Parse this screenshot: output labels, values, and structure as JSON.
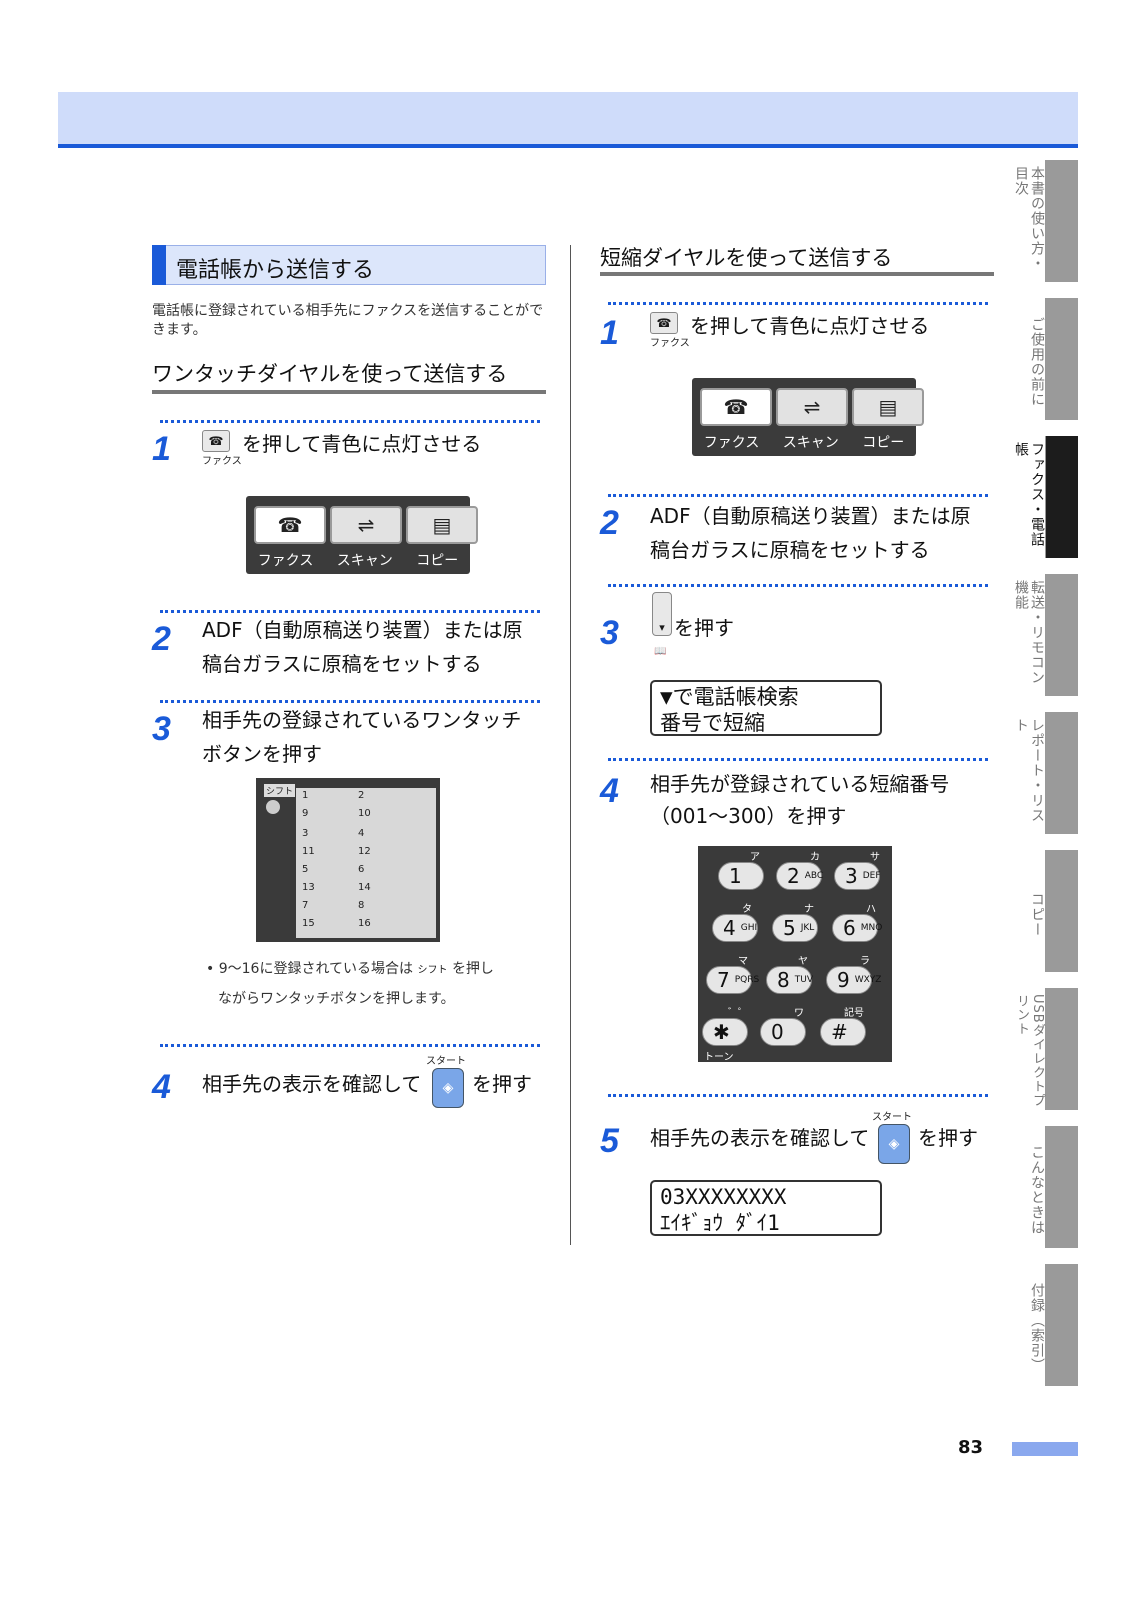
{
  "colors": {
    "accent": "#1a5ad8",
    "band": "#cfdcfa",
    "tab_gray": "#9a9a9a",
    "tab_active": "#1c1c1c"
  },
  "side_tabs": [
    {
      "label": "本書の使い方・目次",
      "active": false
    },
    {
      "label": "ご使用の前に",
      "active": false
    },
    {
      "label": "ファクス・電話帳",
      "active": true
    },
    {
      "label": "転送・リモコン機能",
      "active": false
    },
    {
      "label": "レポート・リスト",
      "active": false
    },
    {
      "label": "コピー",
      "active": false
    },
    {
      "label": "USBダイレクトプリント",
      "active": false
    },
    {
      "label": "こんなときは",
      "active": false
    },
    {
      "label": "付録（索引）",
      "active": false
    }
  ],
  "left": {
    "section_title": "電話帳から送信する",
    "intro": "電話帳に登録されている相手先にファクスを送信することができます。",
    "subsection_title": "ワンタッチダイヤルを使って送信する",
    "step1": {
      "num": "1",
      "icon_caption": "ファクス",
      "text": "を押して青色に点灯させる"
    },
    "panel": {
      "labels": [
        "ファクス",
        "スキャン",
        "コピー"
      ]
    },
    "step2": {
      "num": "2",
      "line1": "ADF（自動原稿送り装置）または原",
      "line2": "稿台ガラスに原稿をセットする"
    },
    "step3": {
      "num": "3",
      "line1": "相手先の登録されているワンタッチ",
      "line2": "ボタンを押す"
    },
    "onetouch": {
      "shift_label": "シフト",
      "numbers": [
        "1",
        "2",
        "9",
        "10",
        "3",
        "4",
        "11",
        "12",
        "5",
        "6",
        "13",
        "14",
        "7",
        "8",
        "15",
        "16"
      ]
    },
    "note": {
      "bullet": "•",
      "part1": "9〜16に登録されている場合は",
      "icon_caption": "シフト",
      "part2": "を押し",
      "line2": "ながらワンタッチボタンを押します。"
    },
    "step4": {
      "num": "4",
      "text": "相手先の表示を確認して",
      "icon_caption": "スタート",
      "text2": "を押す"
    }
  },
  "right": {
    "subsection_title": "短縮ダイヤルを使って送信する",
    "step1": {
      "num": "1",
      "icon_caption": "ファクス",
      "text": "を押して青色に点灯させる"
    },
    "panel": {
      "labels": [
        "ファクス",
        "スキャン",
        "コピー"
      ]
    },
    "step2": {
      "num": "2",
      "line1": "ADF（自動原稿送り装置）または原",
      "line2": "稿台ガラスに原稿をセットする"
    },
    "step3": {
      "num": "3",
      "text": "を押す",
      "book_icon": "📖"
    },
    "lcd1": {
      "line1": "▼で電話帳検索",
      "line2": "番号で短縮"
    },
    "step4": {
      "num": "4",
      "line1": "相手先が登録されている短縮番号",
      "line2": "（001〜300）を押す"
    },
    "keypad": {
      "kana": [
        "ア",
        "カ",
        "サ",
        "タ",
        "ナ",
        "ハ",
        "マ",
        "ヤ",
        "ラ",
        "゛゜",
        "ワ",
        "記号"
      ],
      "keys": [
        {
          "main": "1",
          "sub": ""
        },
        {
          "main": "2",
          "sub": "ABC"
        },
        {
          "main": "3",
          "sub": "DEF"
        },
        {
          "main": "4",
          "sub": "GHI"
        },
        {
          "main": "5",
          "sub": "JKL"
        },
        {
          "main": "6",
          "sub": "MNO"
        },
        {
          "main": "7",
          "sub": "PQRS"
        },
        {
          "main": "8",
          "sub": "TUV"
        },
        {
          "main": "9",
          "sub": "WXYZ"
        },
        {
          "main": "✱",
          "sub": ""
        },
        {
          "main": "0",
          "sub": ""
        },
        {
          "main": "#",
          "sub": ""
        }
      ],
      "tone": "トーン"
    },
    "step5": {
      "num": "5",
      "text": "相手先の表示を確認して",
      "icon_caption": "スタート",
      "text2": "を押す"
    },
    "lcd2": {
      "line1": "03XXXXXXXX",
      "line2": "ｴｲｷﾞｮｳ ﾀﾞｲ1"
    }
  },
  "page_number": "83"
}
